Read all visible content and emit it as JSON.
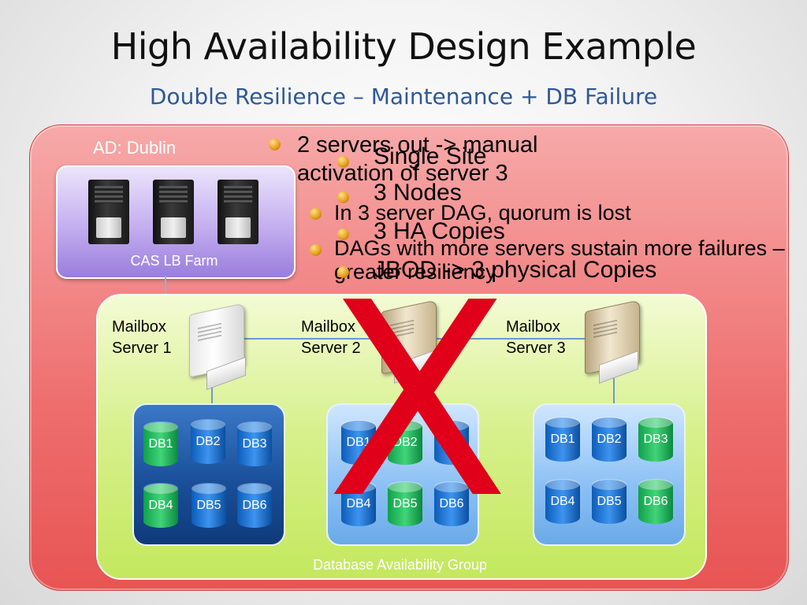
{
  "slide": {
    "title": "High Availability Design Example",
    "subtitle": "Double Resilience – Maintenance + DB Failure"
  },
  "ad": {
    "label": "AD: Dublin"
  },
  "cas": {
    "label": "CAS LB Farm"
  },
  "bullets": [
    {
      "text": "2 servers out -> manual activation of server 3"
    },
    {
      "text": "In 3 server DAG, quorum is lost"
    },
    {
      "text": "DAGs with more servers sustain more failures – greater resiliency"
    }
  ],
  "overlay_bullets": [
    {
      "text": "Single Site"
    },
    {
      "text": "3 Nodes"
    },
    {
      "text": "3 HA Copies"
    },
    {
      "text": "JBOD -> 3 physical Copies"
    }
  ],
  "dag": {
    "label": "Database Availability Group"
  },
  "servers": [
    {
      "line1": "Mailbox",
      "line2": "Server 1",
      "style": "white"
    },
    {
      "line1": "Mailbox",
      "line2": "Server 2",
      "style": "tan"
    },
    {
      "line1": "Mailbox",
      "line2": "Server 3",
      "style": "tan"
    }
  ],
  "db_groups": [
    {
      "style": "dark",
      "dbs": [
        {
          "label": "DB1",
          "color": "green"
        },
        {
          "label": "DB2",
          "color": "blue"
        },
        {
          "label": "DB3",
          "color": "blue"
        },
        {
          "label": "DB4",
          "color": "green"
        },
        {
          "label": "DB5",
          "color": "blue"
        },
        {
          "label": "DB6",
          "color": "blue"
        }
      ]
    },
    {
      "style": "light",
      "dbs": [
        {
          "label": "DB1",
          "color": "blue"
        },
        {
          "label": "DB2",
          "color": "green"
        },
        {
          "label": "DB3",
          "color": "blue"
        },
        {
          "label": "DB4",
          "color": "blue"
        },
        {
          "label": "DB5",
          "color": "green"
        },
        {
          "label": "DB6",
          "color": "blue"
        }
      ]
    },
    {
      "style": "light",
      "dbs": [
        {
          "label": "DB1",
          "color": "blue"
        },
        {
          "label": "DB2",
          "color": "blue"
        },
        {
          "label": "DB3",
          "color": "green"
        },
        {
          "label": "DB4",
          "color": "blue"
        },
        {
          "label": "DB5",
          "color": "blue"
        },
        {
          "label": "DB6",
          "color": "green"
        }
      ]
    }
  ],
  "failure_mark": "X",
  "colors": {
    "failure": "#e0001a",
    "ad_site": "#ee6e6e",
    "dag": "#d6f08a",
    "cas": "#c3aef0"
  }
}
